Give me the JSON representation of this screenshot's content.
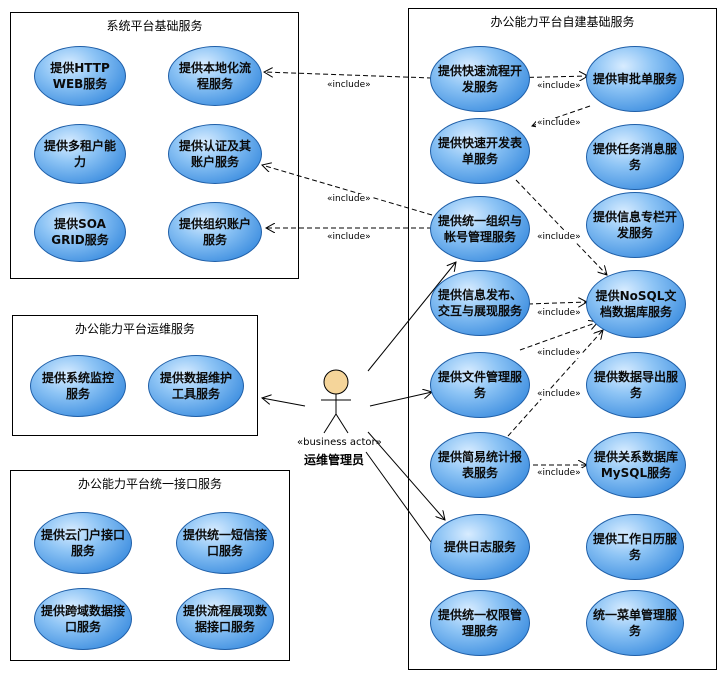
{
  "packages": {
    "system_basic": {
      "title": "系统平台基础服务"
    },
    "ops": {
      "title": "办公能力平台运维服务"
    },
    "interface": {
      "title": "办公能力平台统一接口服务"
    },
    "self_built": {
      "title": "办公能力平台自建基础服务"
    }
  },
  "usecases": {
    "http_web": "提供HTTP WEB服务",
    "localization": "提供本地化流程服务",
    "multi_tenant": "提供多租户能力",
    "auth_account": "提供认证及其账户服务",
    "soa_grid": "提供SOA GRID服务",
    "org_account": "提供组织账户服务",
    "sys_monitor": "提供系统监控服务",
    "data_maint": "提供数据维护工具服务",
    "cloud_portal": "提供云门户接口服务",
    "sms": "提供统一短信接口服务",
    "cross_domain": "提供跨域数据接口服务",
    "flow_display": "提供流程展现数据接口服务",
    "quick_flow": "提供快速流程开发服务",
    "approval": "提供审批单服务",
    "quick_form": "提供快速开发表单服务",
    "task_msg": "提供任务消息服务",
    "info_column": "提供信息专栏开发服务",
    "unified_org": "提供统一组织与帐号管理服务",
    "nosql": "提供NoSQL文档数据库服务",
    "info_publish": "提供信息发布、交互与展现服务",
    "file_mgmt": "提供文件管理服务",
    "data_export": "提供数据导出服务",
    "stats_report": "提供简易统计报表服务",
    "mysql": "提供关系数据库MySQL服务",
    "log": "提供日志服务",
    "calendar": "提供工作日历服务",
    "permission": "提供统一权限管理服务",
    "menu": "统一菜单管理服务"
  },
  "include_label": "«include»",
  "actor": {
    "stereotype": "«business actor»",
    "name": "运维管理员"
  },
  "colors": {
    "usecase_fill": "#5aa3ec",
    "usecase_border": "#1f5fa8",
    "actor_head": "#f5d59a",
    "line": "#000000"
  }
}
